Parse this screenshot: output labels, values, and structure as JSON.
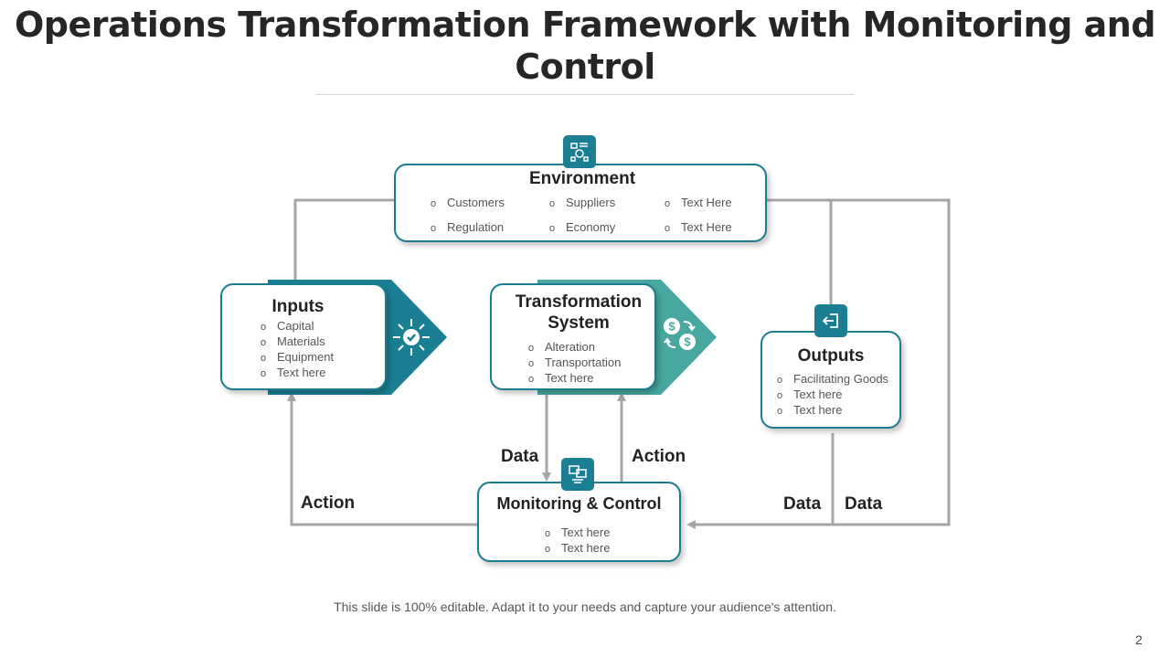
{
  "title": "Operations Transformation Framework with Monitoring and Control",
  "environment": {
    "title": "Environment",
    "col1": [
      "Customers",
      "Regulation"
    ],
    "col2": [
      "Suppliers",
      "Economy"
    ],
    "col3": [
      "Text Here",
      "Text Here"
    ]
  },
  "inputs": {
    "title": "Inputs",
    "items": [
      "Capital",
      "Materials",
      "Equipment",
      "Text here"
    ]
  },
  "transformation": {
    "title_line1": "Transformation",
    "title_line2": "System",
    "items": [
      "Alteration",
      "Transportation",
      "Text here"
    ]
  },
  "outputs": {
    "title": "Outputs",
    "items": [
      "Facilitating Goods",
      "Text here",
      "Text here"
    ]
  },
  "monitoring": {
    "title": "Monitoring & Control",
    "items": [
      "Text here",
      "Text here"
    ]
  },
  "labels": {
    "data_center": "Data",
    "action_center": "Action",
    "action_left": "Action",
    "data_right_1": "Data",
    "data_right_2": "Data"
  },
  "footer": "This slide is 100% editable. Adapt it to your needs and capture your audience's attention.",
  "page_number": "2",
  "colors": {
    "dark_teal": "#1a7f93",
    "light_teal": "#48a89f",
    "line_gray": "#a6a6a6"
  },
  "icons": [
    "environment-icon",
    "compass-check-icon",
    "dollar-exchange-icon",
    "exit-icon",
    "monitor-network-icon"
  ]
}
